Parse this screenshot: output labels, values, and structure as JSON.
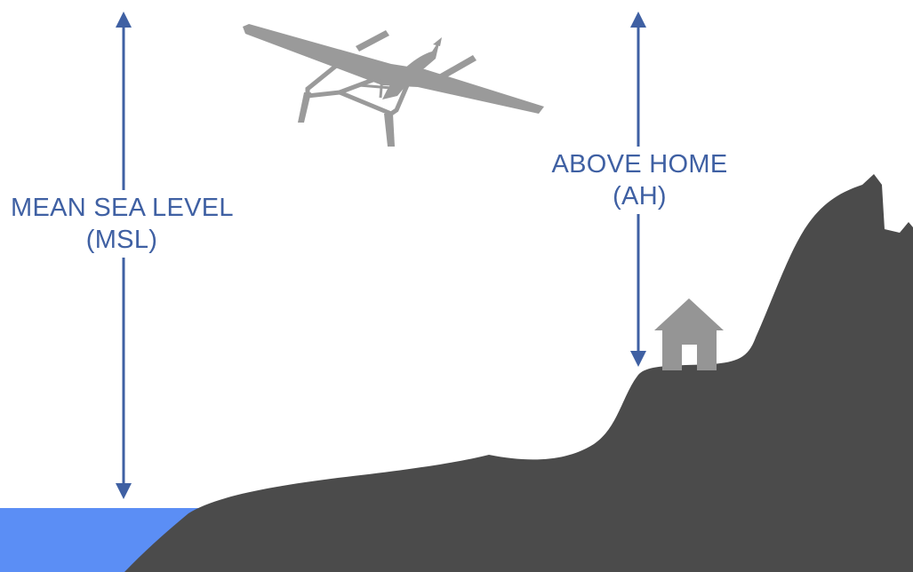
{
  "labels": {
    "msl_line1": "MEAN SEA LEVEL",
    "msl_line2": "(MSL)",
    "ah_line1": "ABOVE HOME",
    "ah_line2": "(AH)"
  },
  "colors": {
    "arrow": "#3f60a3",
    "water": "#5b8ef5",
    "terrain": "#4b4b4b",
    "aircraft": "#9a9a9a",
    "house": "#959595",
    "background": "#ffffff"
  },
  "icons": {
    "aircraft": "vtol-drone-icon",
    "house": "home-icon"
  }
}
